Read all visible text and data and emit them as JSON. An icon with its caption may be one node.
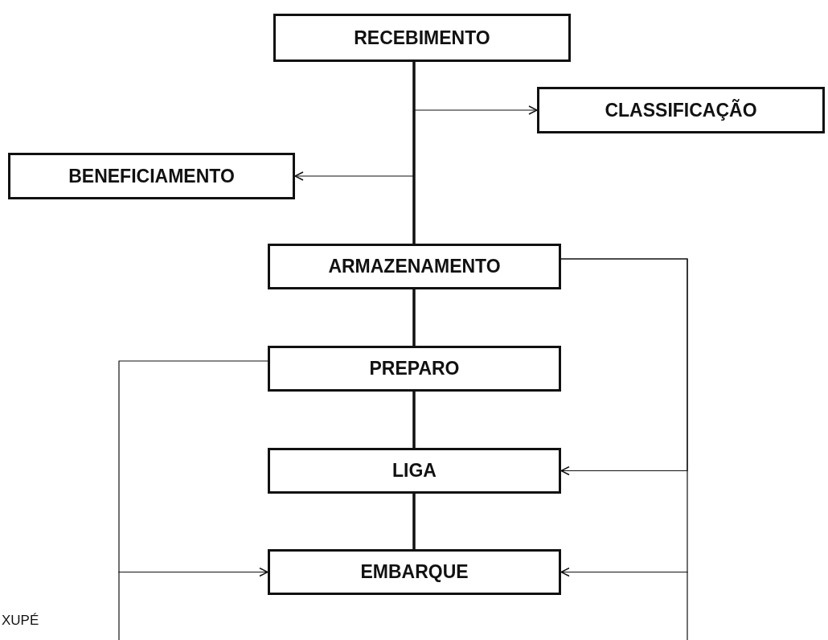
{
  "diagram": {
    "nodes": [
      {
        "text": [
          "RECEBIMENTO"
        ]
      },
      {
        "text": [
          "CLASSIFICAÇÃO"
        ]
      },
      {
        "text": [
          "BENEFICIAMENTO"
        ]
      },
      {
        "text": [
          "ARMAZENAMENTO"
        ]
      },
      {
        "text": [
          "PREPARO"
        ]
      },
      {
        "text": [
          "LIGA"
        ]
      },
      {
        "text": [
          "EMBARQUE"
        ]
      }
    ],
    "edges": [
      {
        "from": 0,
        "to": 3,
        "arrow": "none",
        "style": "thick"
      },
      {
        "from": 0,
        "to": 1,
        "arrow": "to"
      },
      {
        "from": 0,
        "to": 2,
        "arrow": "to"
      },
      {
        "from": 3,
        "to": 4,
        "arrow": "none",
        "style": "thick"
      },
      {
        "from": 4,
        "to": 5,
        "arrow": "none",
        "style": "thick"
      },
      {
        "from": 5,
        "to": 6,
        "arrow": "none",
        "style": "thick"
      },
      {
        "from": 3,
        "to": 5,
        "arrow": "to"
      },
      {
        "from": 3,
        "to": 6,
        "arrow": "to"
      },
      {
        "from": 4,
        "to": 6,
        "arrow": "to"
      }
    ],
    "labels": [
      "XUPÉ"
    ]
  }
}
